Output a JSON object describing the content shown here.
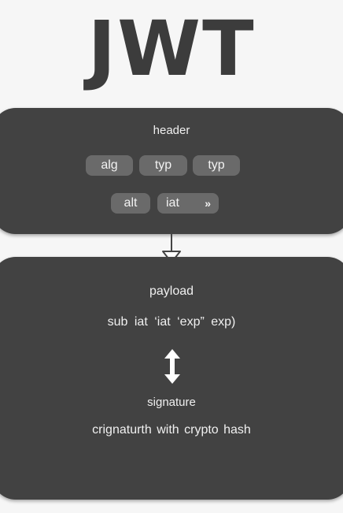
{
  "title": "JWT",
  "header": {
    "label": "header",
    "row1": [
      "alg",
      "typ",
      "typ"
    ],
    "row2": [
      "alt",
      "iat"
    ],
    "chevron_icon": "double-chevron-right-icon"
  },
  "payload": {
    "label": "payload",
    "claims_line": "sub   iat   ‘iat   ‘exp”   exp)"
  },
  "signature": {
    "label": "signature",
    "description": "crignaturth with  crypto hash"
  },
  "colors": {
    "background": "#f6f6f6",
    "card": "#424242",
    "pill": "#6a6a6a",
    "text": "#f0f0f0",
    "title": "#3c3c3c"
  }
}
